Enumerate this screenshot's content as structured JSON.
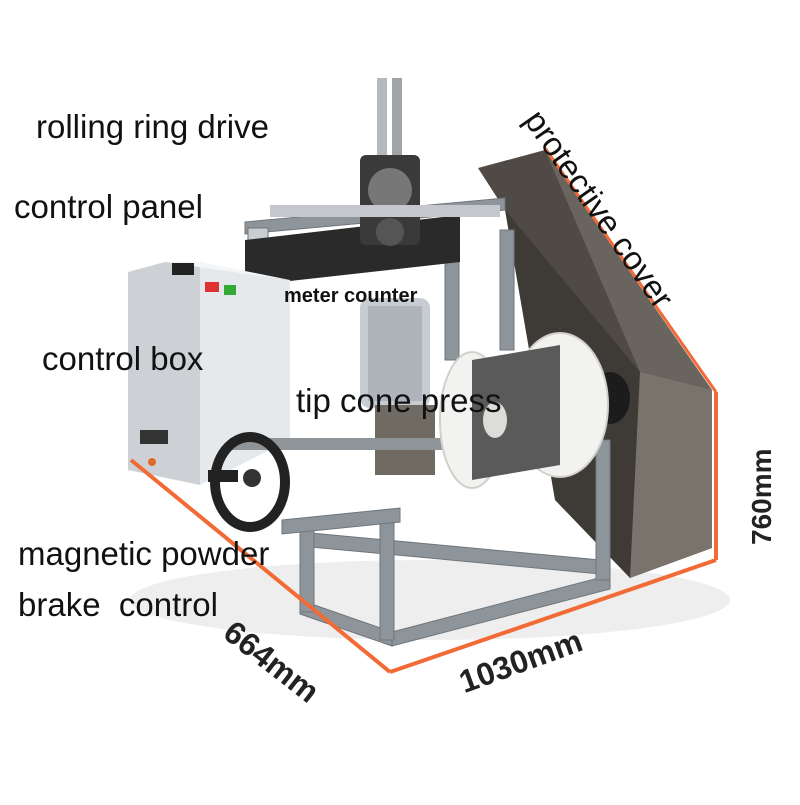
{
  "labels": {
    "rolling_ring_drive": "rolling ring drive",
    "control_panel": "control panel",
    "meter_counter": "meter counter",
    "control_box": "control box",
    "tip_cone_press": "tip cone press",
    "magnetic_powder": "magnetic powder",
    "brake_control": "brake  control",
    "protective_cover": "protective cover"
  },
  "dimensions": {
    "depth": "664mm",
    "width": "1030mm",
    "height": "760mm"
  },
  "colors": {
    "dimension_line": "#f26a35",
    "frame": "#8d959b",
    "cover": "#5b5651",
    "cabinet": "#e6e9ec",
    "reel": "#f2f2f0",
    "motor": "#c7ccd2"
  }
}
